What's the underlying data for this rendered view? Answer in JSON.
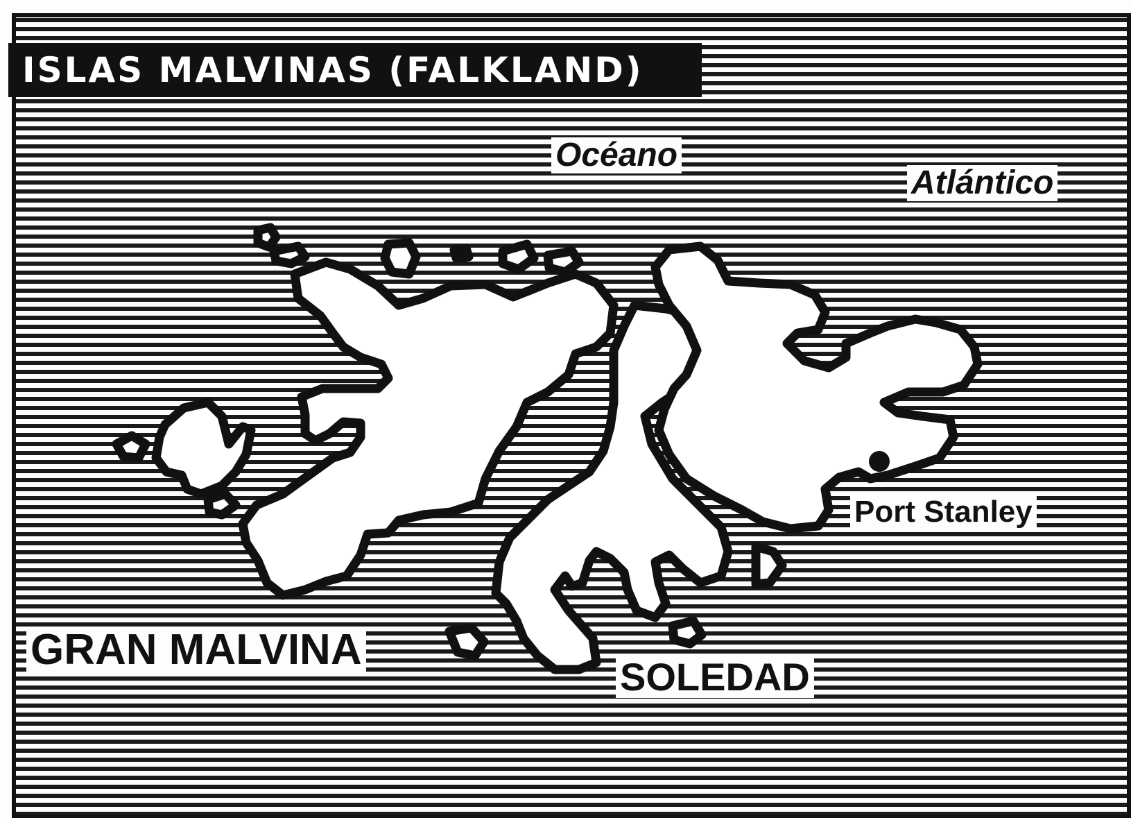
{
  "map": {
    "title": "ISLAS MALVINAS (FALKLAND)",
    "ocean_label_1": "Océano",
    "ocean_label_2": "Atlántico",
    "capital_label": "Port Stanley",
    "west_island_label": "GRAN MALVINA",
    "east_island_label": "SOLEDAD",
    "colors": {
      "ink": "#111111",
      "paper": "#fdfdfd",
      "land": "#ffffff"
    }
  }
}
